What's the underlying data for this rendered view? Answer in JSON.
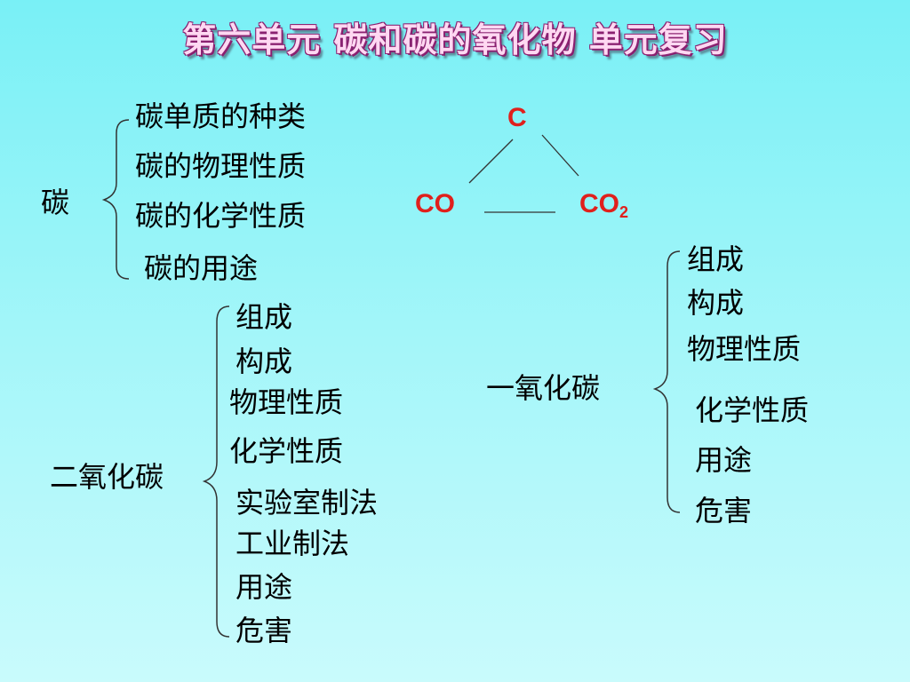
{
  "title": "第六单元   碳和碳的氧化物    单元复习",
  "carbon": {
    "label": "碳",
    "items": [
      "碳单质的种类",
      "碳的物理性质",
      "碳的化学性质",
      "碳的用途"
    ]
  },
  "triangle": {
    "top": "C",
    "left": "CO",
    "right_base": "CO",
    "right_sub": "2"
  },
  "co": {
    "label": "一氧化碳",
    "items": [
      "组成",
      "构成",
      "物理性质",
      "化学性质",
      "用途",
      "危害"
    ]
  },
  "co2": {
    "label": "二氧化碳",
    "items": [
      "组成",
      "构成",
      "物理性质",
      "化学性质",
      "实验室制法",
      "工业制法",
      "用途",
      "危害"
    ]
  },
  "colors": {
    "background": "#9ff5f8",
    "chem_red": "#e0201c",
    "title_fill": "#ffd8f2",
    "title_outline": "#8a2070"
  }
}
